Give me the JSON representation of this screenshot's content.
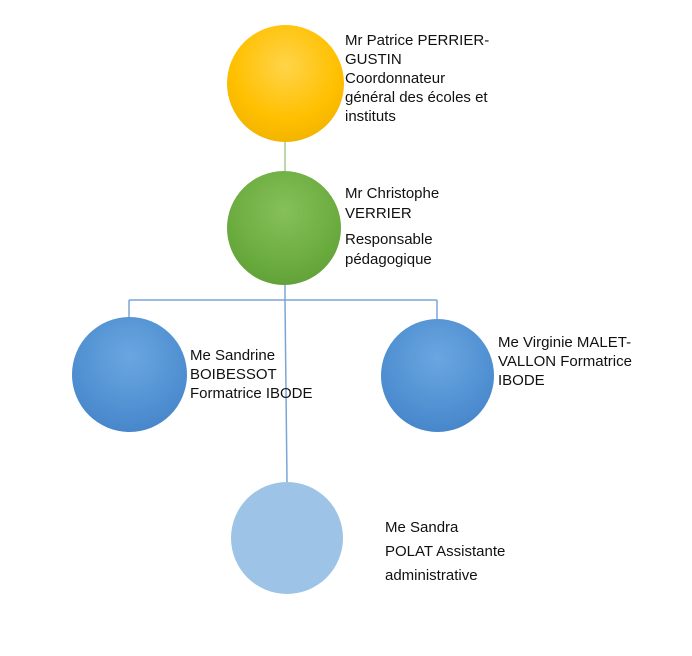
{
  "org_chart": {
    "nodes": [
      {
        "id": "coordinator",
        "lines": [
          "Mr Patrice PERRIER-",
          "GUSTIN",
          "Coordonnateur",
          "général des écoles et",
          "instituts"
        ],
        "color": "#ffc000"
      },
      {
        "id": "pedagogical-lead",
        "lines": [
          "Mr Christophe",
          "VERRIER",
          "Responsable",
          "pédagogique"
        ],
        "color": "#70ad47"
      },
      {
        "id": "trainer-boibessot",
        "lines": [
          "Me Sandrine",
          "BOIBESSOT",
          "Formatrice IBODE"
        ],
        "color": "#5b9bd5"
      },
      {
        "id": "trainer-malet-vallon",
        "lines": [
          "Me Virginie MALET-",
          "VALLON Formatrice",
          "IBODE"
        ],
        "color": "#5b9bd5"
      },
      {
        "id": "assistant-polat",
        "lines": [
          "Me Sandra",
          "POLAT Assistante",
          "administrative"
        ],
        "color": "#9dc3e6"
      }
    ],
    "connector_color": "#7aa6d6",
    "top_connector_color": "#a9c98f"
  }
}
